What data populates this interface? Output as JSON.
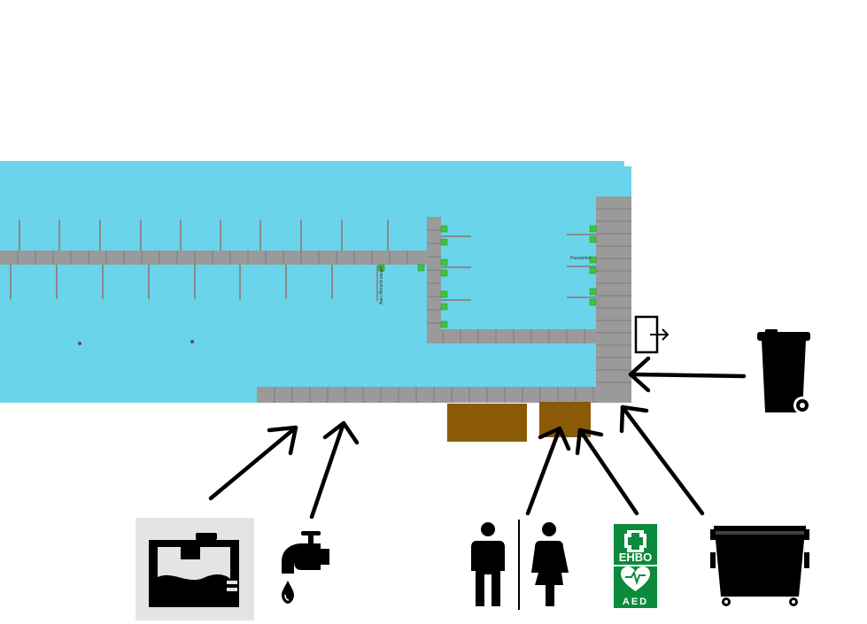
{
  "colors": {
    "water": "#69d4ea",
    "jetty": "#9a9a9a",
    "jetty_line": "#7c7c7c",
    "berth_marker": "#37c838",
    "building": "#8b5a08",
    "arrow": "#000000",
    "aed_green": "#0c8a3c",
    "chemical_toilet_bg": "#e4e4e4"
  },
  "map": {
    "berth_labels": {
      "left_pier": "Aan-/Afmeld steiger",
      "right_pier": "Passanten"
    }
  },
  "facilities": [
    {
      "key": "chemical_toilet",
      "icon": "chemical-toilet-disposal-icon"
    },
    {
      "key": "water_tap",
      "icon": "water-tap-icon"
    },
    {
      "key": "toilets",
      "icon": "toilets-male-female-icon"
    },
    {
      "key": "first_aid",
      "icon": "first-aid-aed-icon",
      "label_top": "EHBO",
      "label_bottom": "AED"
    },
    {
      "key": "waste_container",
      "icon": "waste-container-icon"
    },
    {
      "key": "wheelie_bin",
      "icon": "wheelie-bin-icon"
    },
    {
      "key": "exit",
      "icon": "exit-icon"
    }
  ]
}
